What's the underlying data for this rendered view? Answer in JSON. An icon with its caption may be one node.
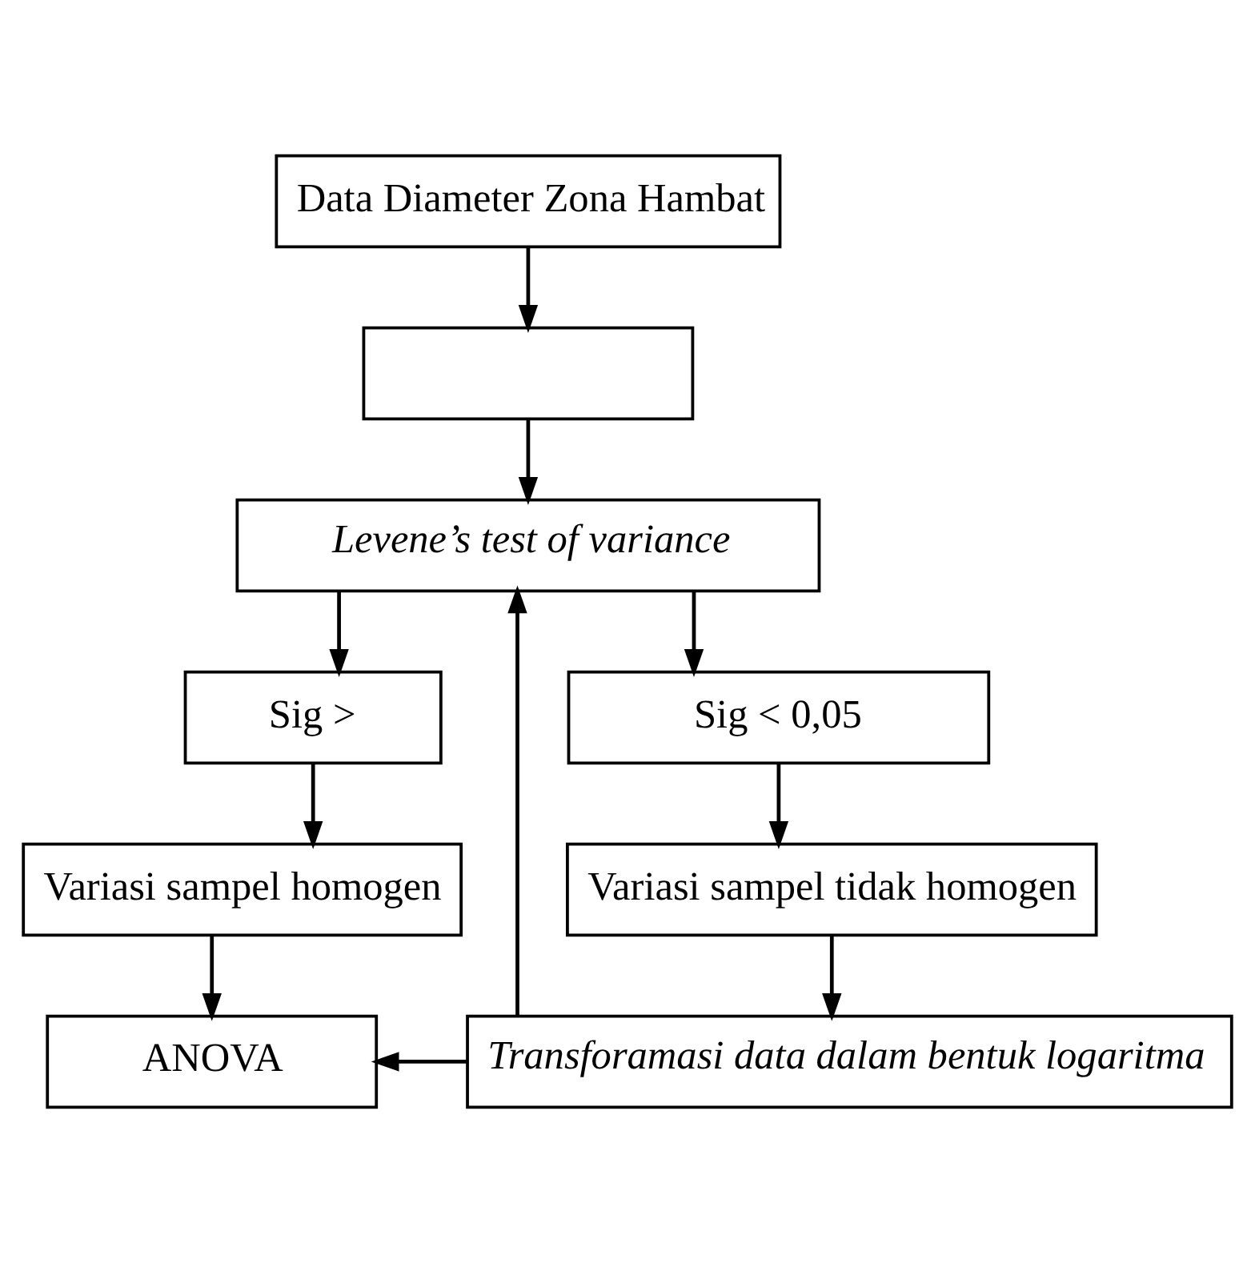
{
  "diagram": {
    "nodes": [
      {
        "text": [
          "Data Diameter Zona Hambat"
        ]
      },
      {
        "text": [],
        "shape": "box"
      },
      {
        "text": [
          "Levene’s test of variance"
        ]
      },
      {
        "text": [
          "Sig >"
        ]
      },
      {
        "text": [
          "Sig < 0,05"
        ]
      },
      {
        "text": [
          "Variasi sampel homogen"
        ]
      },
      {
        "text": [
          "Variasi sampel tidak homogen"
        ]
      },
      {
        "text": [
          "ANOVA"
        ]
      },
      {
        "text": [
          "Transforamasi data dalam bentuk logaritma"
        ]
      }
    ],
    "edges": [
      {
        "from": 0,
        "to": 1,
        "arrow": "to"
      },
      {
        "from": 1,
        "to": 2,
        "arrow": "to"
      },
      {
        "from": 2,
        "to": 3,
        "arrow": "to"
      },
      {
        "from": 2,
        "to": 4,
        "arrow": "to"
      },
      {
        "from": 3,
        "to": 5,
        "arrow": "to"
      },
      {
        "from": 4,
        "to": 6,
        "arrow": "to"
      },
      {
        "from": 5,
        "to": 7,
        "arrow": "to"
      },
      {
        "from": 6,
        "to": 8,
        "arrow": "to"
      },
      {
        "from": 8,
        "to": 7,
        "arrow": "to"
      },
      {
        "from": 8,
        "to": 2,
        "arrow": "to"
      }
    ]
  }
}
